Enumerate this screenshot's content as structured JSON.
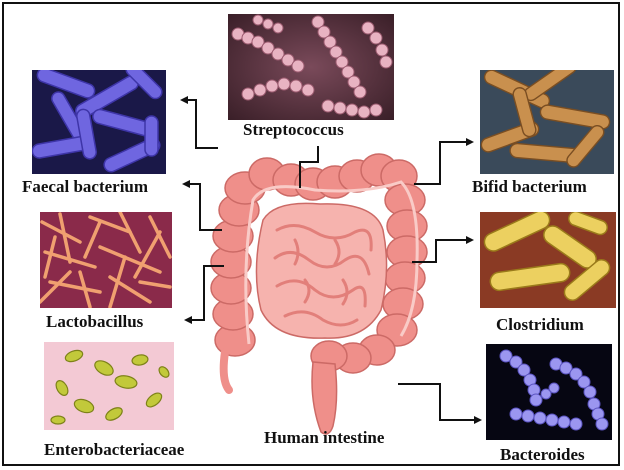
{
  "title_center": "Human intestine",
  "bacteria": {
    "streptococcus": {
      "label": "Streptococcus",
      "color": "#c98aa0"
    },
    "faecal": {
      "label": "Faecal bacterium",
      "color": "#6a5fd0"
    },
    "lactobacillus": {
      "label": "Lactobacillus",
      "color": "#d98a5a"
    },
    "enterobacteriaceae": {
      "label": "Enterobacteriaceae",
      "color": "#b6c23a"
    },
    "bifid": {
      "label": "Bifid bacterium",
      "color": "#c98b4a"
    },
    "clostridium": {
      "label": "Clostridium",
      "color": "#e0c04a"
    },
    "bacteroides": {
      "label": "Bacteroides",
      "color": "#8a86e8"
    }
  },
  "colors": {
    "intestine": "#ef8f8a",
    "intestine_dark": "#d46e6b",
    "intestine_light": "#f6b3ae",
    "line": "#111111"
  }
}
